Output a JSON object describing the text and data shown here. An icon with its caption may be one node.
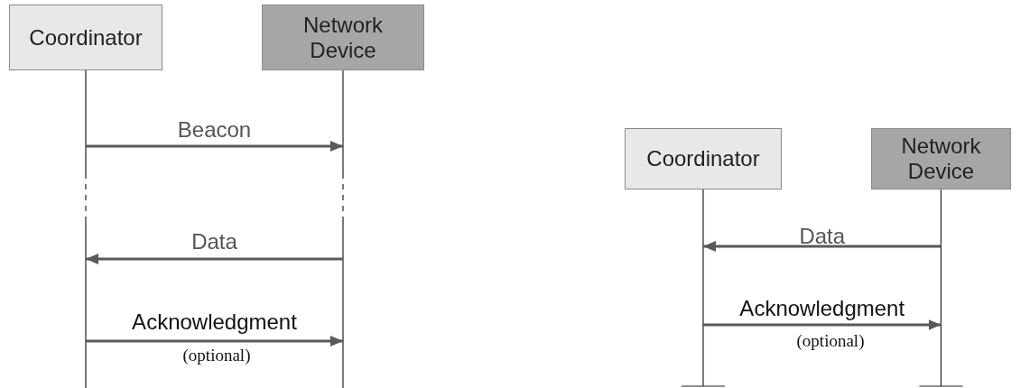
{
  "diagram": {
    "nodes": [
      {
        "text": [
          "Coordinator"
        ]
      },
      {
        "text": [
          "Network Device"
        ]
      },
      {
        "text": [
          "Coordinator"
        ]
      },
      {
        "text": [
          "Network Device"
        ]
      }
    ],
    "edges": [
      {
        "from": 0,
        "to": 1,
        "arrow": "to",
        "label": "Beacon"
      },
      {
        "from": 1,
        "to": 0,
        "arrow": "to",
        "label": "Data"
      },
      {
        "from": 0,
        "to": 1,
        "arrow": "to",
        "label": "Acknowledgment"
      },
      {
        "from": 3,
        "to": 2,
        "arrow": "to",
        "label": "Data"
      },
      {
        "from": 2,
        "to": 3,
        "arrow": "to",
        "label": "Acknowledgment"
      }
    ],
    "labels": [
      "(optional)",
      "(optional)"
    ]
  }
}
